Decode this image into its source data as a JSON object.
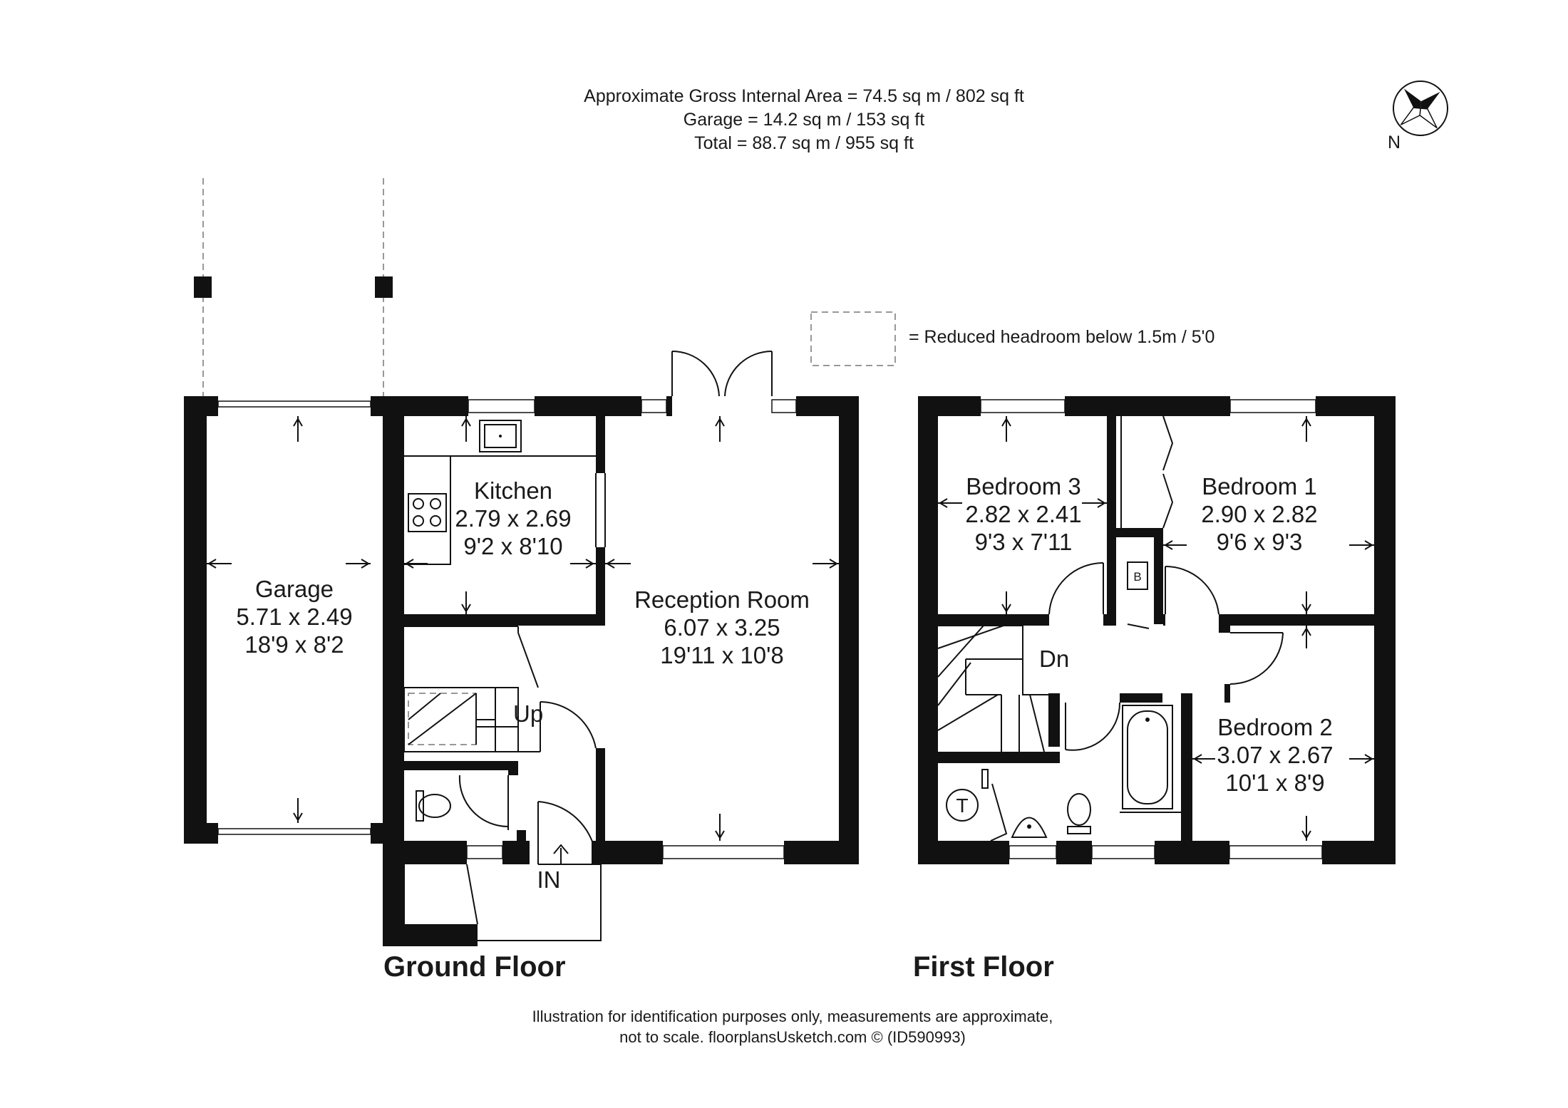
{
  "header": {
    "line1": "Approximate Gross Internal Area = 74.5 sq m / 802 sq ft",
    "line2": "Garage = 14.2 sq m / 153 sq ft",
    "line3": "Total = 88.7 sq m / 955 sq ft"
  },
  "compass": {
    "label": "N",
    "icon": "compass-rose-icon"
  },
  "legend": {
    "text": "= Reduced headroom below 1.5m / 5'0"
  },
  "ground_floor": {
    "title": "Ground Floor",
    "rooms": {
      "garage": {
        "name": "Garage",
        "metric": "5.71 x 2.49",
        "imperial": "18'9 x 8'2"
      },
      "kitchen": {
        "name": "Kitchen",
        "metric": "2.79 x 2.69",
        "imperial": "9'2 x 8'10"
      },
      "reception": {
        "name": "Reception Room",
        "metric": "6.07 x 3.25",
        "imperial": "19'11 x 10'8"
      }
    },
    "stairs_label": "Up",
    "entrance_label": "IN"
  },
  "first_floor": {
    "title": "First Floor",
    "rooms": {
      "bedroom3": {
        "name": "Bedroom 3",
        "metric": "2.82 x 2.41",
        "imperial": "9'3 x 7'11"
      },
      "bedroom1": {
        "name": "Bedroom 1",
        "metric": "2.90 x 2.82",
        "imperial": "9'6 x 9'3"
      },
      "bedroom2": {
        "name": "Bedroom 2",
        "metric": "3.07 x 2.67",
        "imperial": "10'1 x 8'9"
      }
    },
    "stairs_label": "Dn",
    "boiler_label": "B",
    "tank_label": "T"
  },
  "footer": {
    "line1": "Illustration for identification purposes only, measurements are approximate,",
    "line2": "not to scale. floorplansUsketch.com © (ID590993)"
  },
  "colors": {
    "wall": "#111111",
    "background": "#ffffff",
    "dashed": "#777777"
  }
}
